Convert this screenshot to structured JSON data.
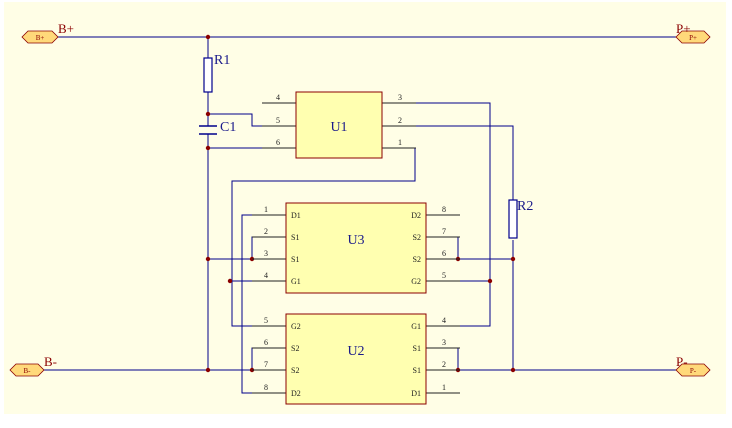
{
  "colors": {
    "sheet": "#fffee6",
    "wire": "#00008b",
    "pin": "#222222",
    "chip_fill": "#ffffb0",
    "chip_border": "#8b0000",
    "junction": "#8b0000",
    "port_fill": "#ffd97a",
    "net_label": "#8b0000"
  },
  "ports": {
    "bplus": {
      "text": "B+",
      "label": "B+"
    },
    "pplus": {
      "text": "P+",
      "label": "P+"
    },
    "bminus": {
      "text": "B-",
      "label": "B-"
    },
    "pminus": {
      "text": "P-",
      "label": "P-"
    }
  },
  "components": {
    "r1": {
      "ref": "R1"
    },
    "r2": {
      "ref": "R2"
    },
    "c1": {
      "ref": "C1"
    },
    "u1": {
      "ref": "U1",
      "pins": [
        "4",
        "5",
        "6",
        "3",
        "2",
        "1"
      ]
    },
    "u3": {
      "ref": "U3",
      "pins": [
        "1",
        "2",
        "3",
        "4",
        "8",
        "7",
        "6",
        "5"
      ],
      "left_names": [
        "D1",
        "S1",
        "S1",
        "G1"
      ],
      "right_names": [
        "D2",
        "S2",
        "S2",
        "G2"
      ]
    },
    "u2": {
      "ref": "U2",
      "pins": [
        "5",
        "6",
        "7",
        "8",
        "4",
        "3",
        "2",
        "1"
      ],
      "left_names": [
        "G2",
        "S2",
        "S2",
        "D2"
      ],
      "right_names": [
        "G1",
        "S1",
        "S1",
        "D1"
      ]
    }
  }
}
